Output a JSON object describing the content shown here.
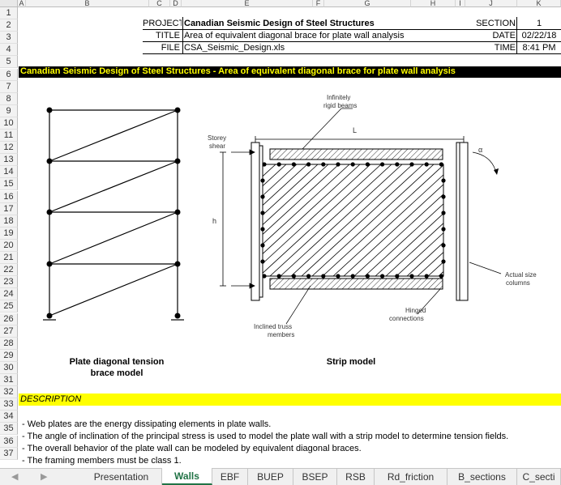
{
  "columns": [
    "A",
    "B",
    "C",
    "D",
    "E",
    "F",
    "G",
    "H",
    "I",
    "J",
    "K"
  ],
  "rows": [
    "1",
    "2",
    "3",
    "4",
    "5",
    "6",
    "7",
    "8",
    "9",
    "10",
    "11",
    "12",
    "13",
    "14",
    "15",
    "16",
    "17",
    "18",
    "19",
    "20",
    "21",
    "22",
    "23",
    "24",
    "25",
    "26",
    "27",
    "28",
    "29",
    "30",
    "31",
    "32",
    "33",
    "34",
    "35",
    "36",
    "37"
  ],
  "header": {
    "project_label": "PROJECT",
    "project_value": "Canadian Seismic Design of Steel Structures",
    "title_label": "TITLE",
    "title_value": "Area of equivalent diagonal brace for plate wall analysis",
    "file_label": "FILE",
    "file_value": "CSA_Seismic_Design.xls",
    "section_label": "SECTION",
    "section_value": "1",
    "date_label": "DATE",
    "date_value": "02/22/18",
    "time_label": "TIME",
    "time_value": "8:41 PM"
  },
  "title_bar": "Canadian Seismic Design of Steel Structures - Area of equivalent diagonal brace for plate wall analysis",
  "figures": {
    "left_caption_line1": "Plate diagonal tension",
    "left_caption_line2": "brace model",
    "right_caption": "Strip model",
    "label_rigid_beams_1": "Infinitely",
    "label_rigid_beams_2": "rigid beams",
    "label_storey_1": "Storey",
    "label_storey_2": "shear",
    "label_L": "L",
    "label_h": "h",
    "label_alpha": "α",
    "label_actual_1": "Actual size",
    "label_actual_2": "columns",
    "label_hinged_1": "Hinged",
    "label_hinged_2": "connections",
    "label_truss_1": "Inclined truss",
    "label_truss_2": "members"
  },
  "description": {
    "heading": "DESCRIPTION",
    "lines": [
      " - Web plates are the energy dissipating elements in plate walls.",
      " - The angle of inclination of the principal stress is used to model the plate wall with a strip model to determine tension fields.",
      " - The overall behavior of the plate wall can be modeled by equivalent diagonal braces.",
      " - The framing members must be class 1."
    ]
  },
  "sheet_tabs": [
    "Presentation",
    "Walls",
    "EBF",
    "BUEP",
    "BSEP",
    "RSB",
    "Rd_friction",
    "B_sections",
    "C_secti"
  ],
  "active_tab": "Walls",
  "nav": {
    "prev": "◀",
    "next": "▶"
  }
}
